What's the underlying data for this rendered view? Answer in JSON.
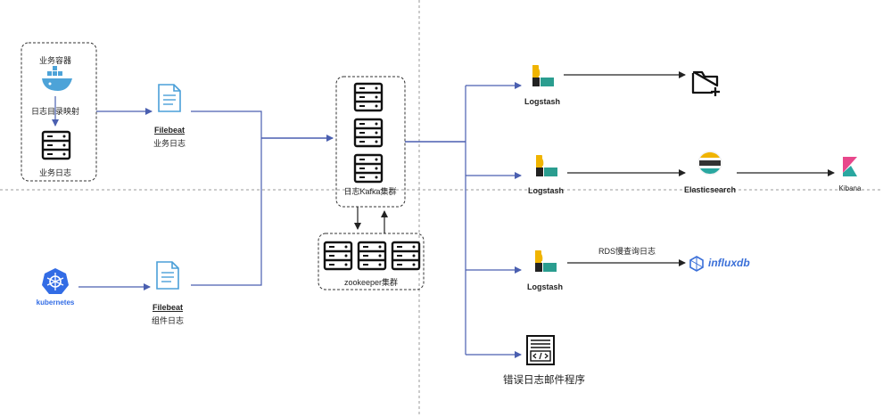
{
  "source_section": {
    "container_title": "业务容器",
    "log_mapping": "日志目录映射",
    "business_log": "业务日志",
    "kubernetes": "kubernetes"
  },
  "filebeat_top": {
    "name": "Filebeat",
    "caption": "业务日志"
  },
  "filebeat_bottom": {
    "name": "Filebeat",
    "caption": "组件日志"
  },
  "kafka": {
    "label": "日志Kafka集群"
  },
  "zookeeper": {
    "label": "zookeeper集群"
  },
  "logstash": [
    "Logstash",
    "Logstash",
    "Logstash"
  ],
  "elasticsearch": "Elasticsearch",
  "kibana": "Kibana",
  "rds_label": "RDS慢查询日志",
  "influxdb": "influxdb",
  "error_mailer": "错误日志邮件程序",
  "icons": {
    "container": "docker-whale-icon",
    "server": "server-rack-icon",
    "document": "document-icon",
    "kubernetes": "kubernetes-helm-icon",
    "logstash": "logstash-icon",
    "folder": "folder-add-icon",
    "elasticsearch": "elasticsearch-icon",
    "kibana": "kibana-icon",
    "influxdb": "influxdb-icon",
    "code": "code-file-icon"
  },
  "colors": {
    "line": "#4a5fb0",
    "dashed": "#999999",
    "kubernetes": "#326ce5",
    "logstash_yellow": "#f0b400",
    "logstash_teal": "#2a9d8f"
  }
}
